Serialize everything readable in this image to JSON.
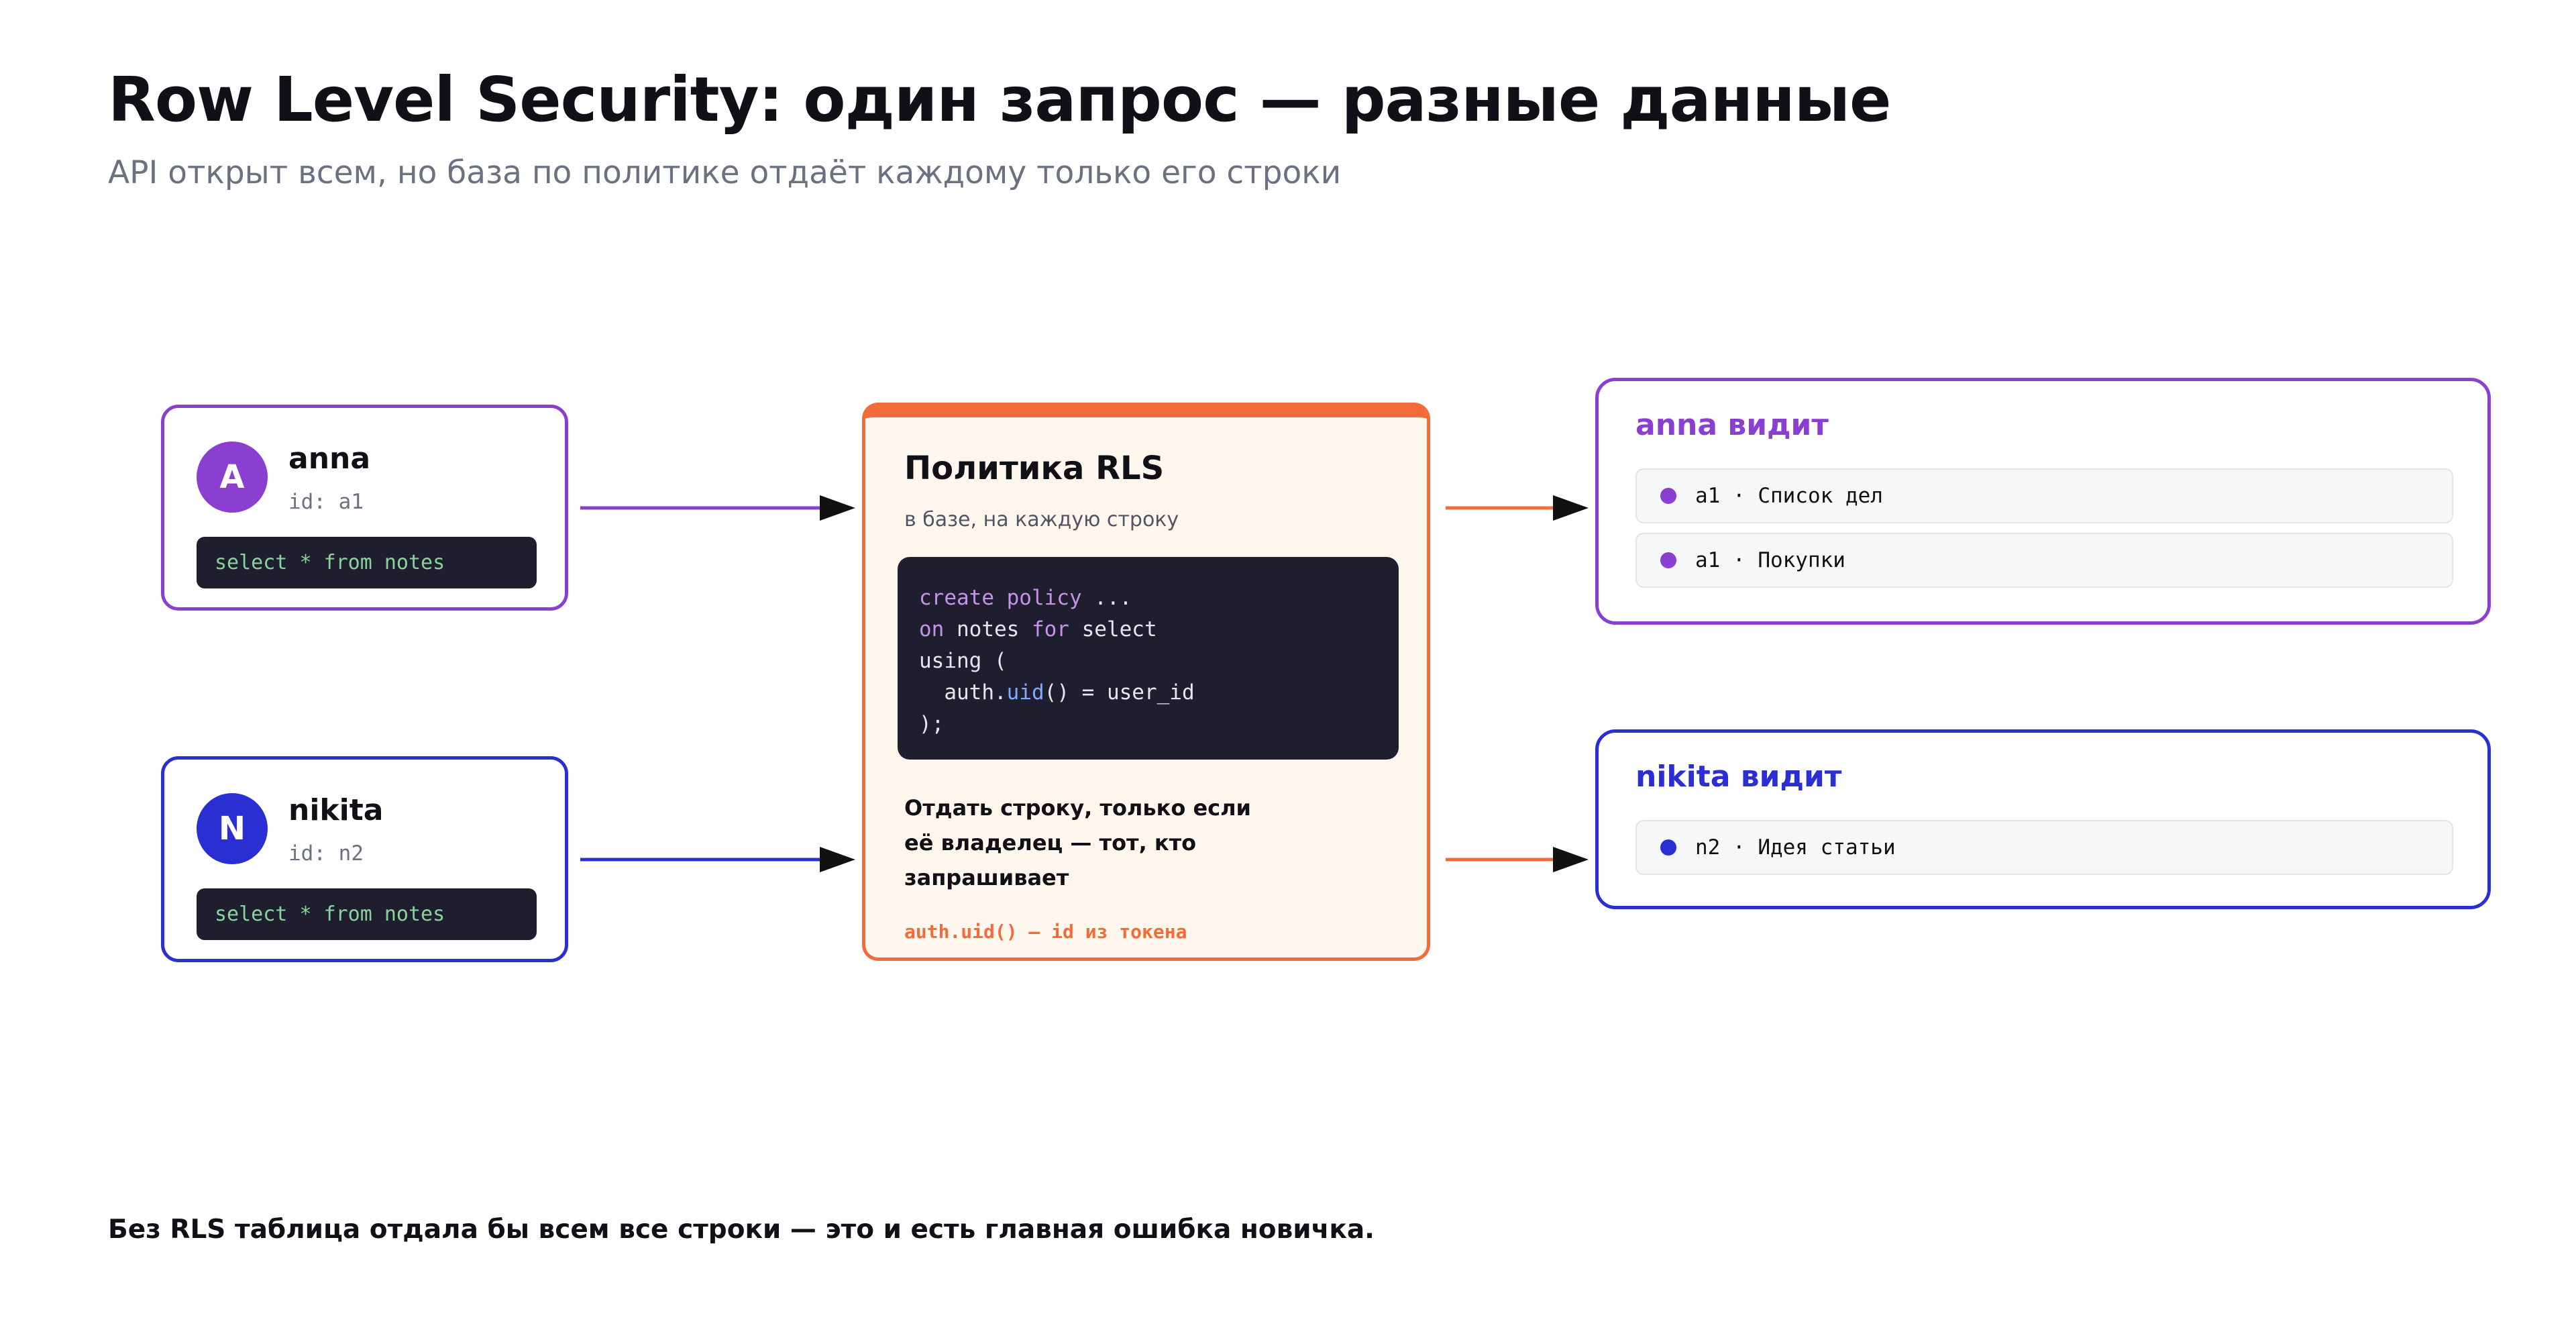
{
  "title": "Row Level Security: один запрос — разные данные",
  "subtitle": "API открыт всем, но база по политике отдаёт каждому только его строки",
  "footer": "Без RLS таблица отдала бы всем все строки — это и есть главная ошибка новичка.",
  "colors": {
    "anna": "#8a3fd1",
    "nikita": "#2a2fd4",
    "policy": "#f26b38"
  },
  "users": [
    {
      "initial": "A",
      "name": "anna",
      "id_label": "id: a1",
      "query_kw1": "select",
      "query_star": "*",
      "query_kw2": "from",
      "query_tbl": "notes"
    },
    {
      "initial": "N",
      "name": "nikita",
      "id_label": "id: n2",
      "query_kw1": "select",
      "query_star": "*",
      "query_kw2": "from",
      "query_tbl": "notes"
    }
  ],
  "policy": {
    "title": "Политика RLS",
    "subtitle": "в базе, на каждую строку",
    "code": {
      "l1_kw": "create policy",
      "l1_rest": " ...",
      "l2_kw1": "on",
      "l2_mid": " notes ",
      "l2_kw2": "for",
      "l2_rest": " select",
      "l3": "using (",
      "l4_pre": "  auth.",
      "l4_fn": "uid",
      "l4_rest": "() = user_id",
      "l5": ");"
    },
    "description": "Отдать строку, только если её владелец — тот, кто запрашивает",
    "note": "auth.uid() — id из токена"
  },
  "results": [
    {
      "title": "anna видит",
      "rows": [
        "a1 · Список дел",
        "a1 · Покупки"
      ]
    },
    {
      "title": "nikita видит",
      "rows": [
        "n2 · Идея статьи"
      ]
    }
  ]
}
